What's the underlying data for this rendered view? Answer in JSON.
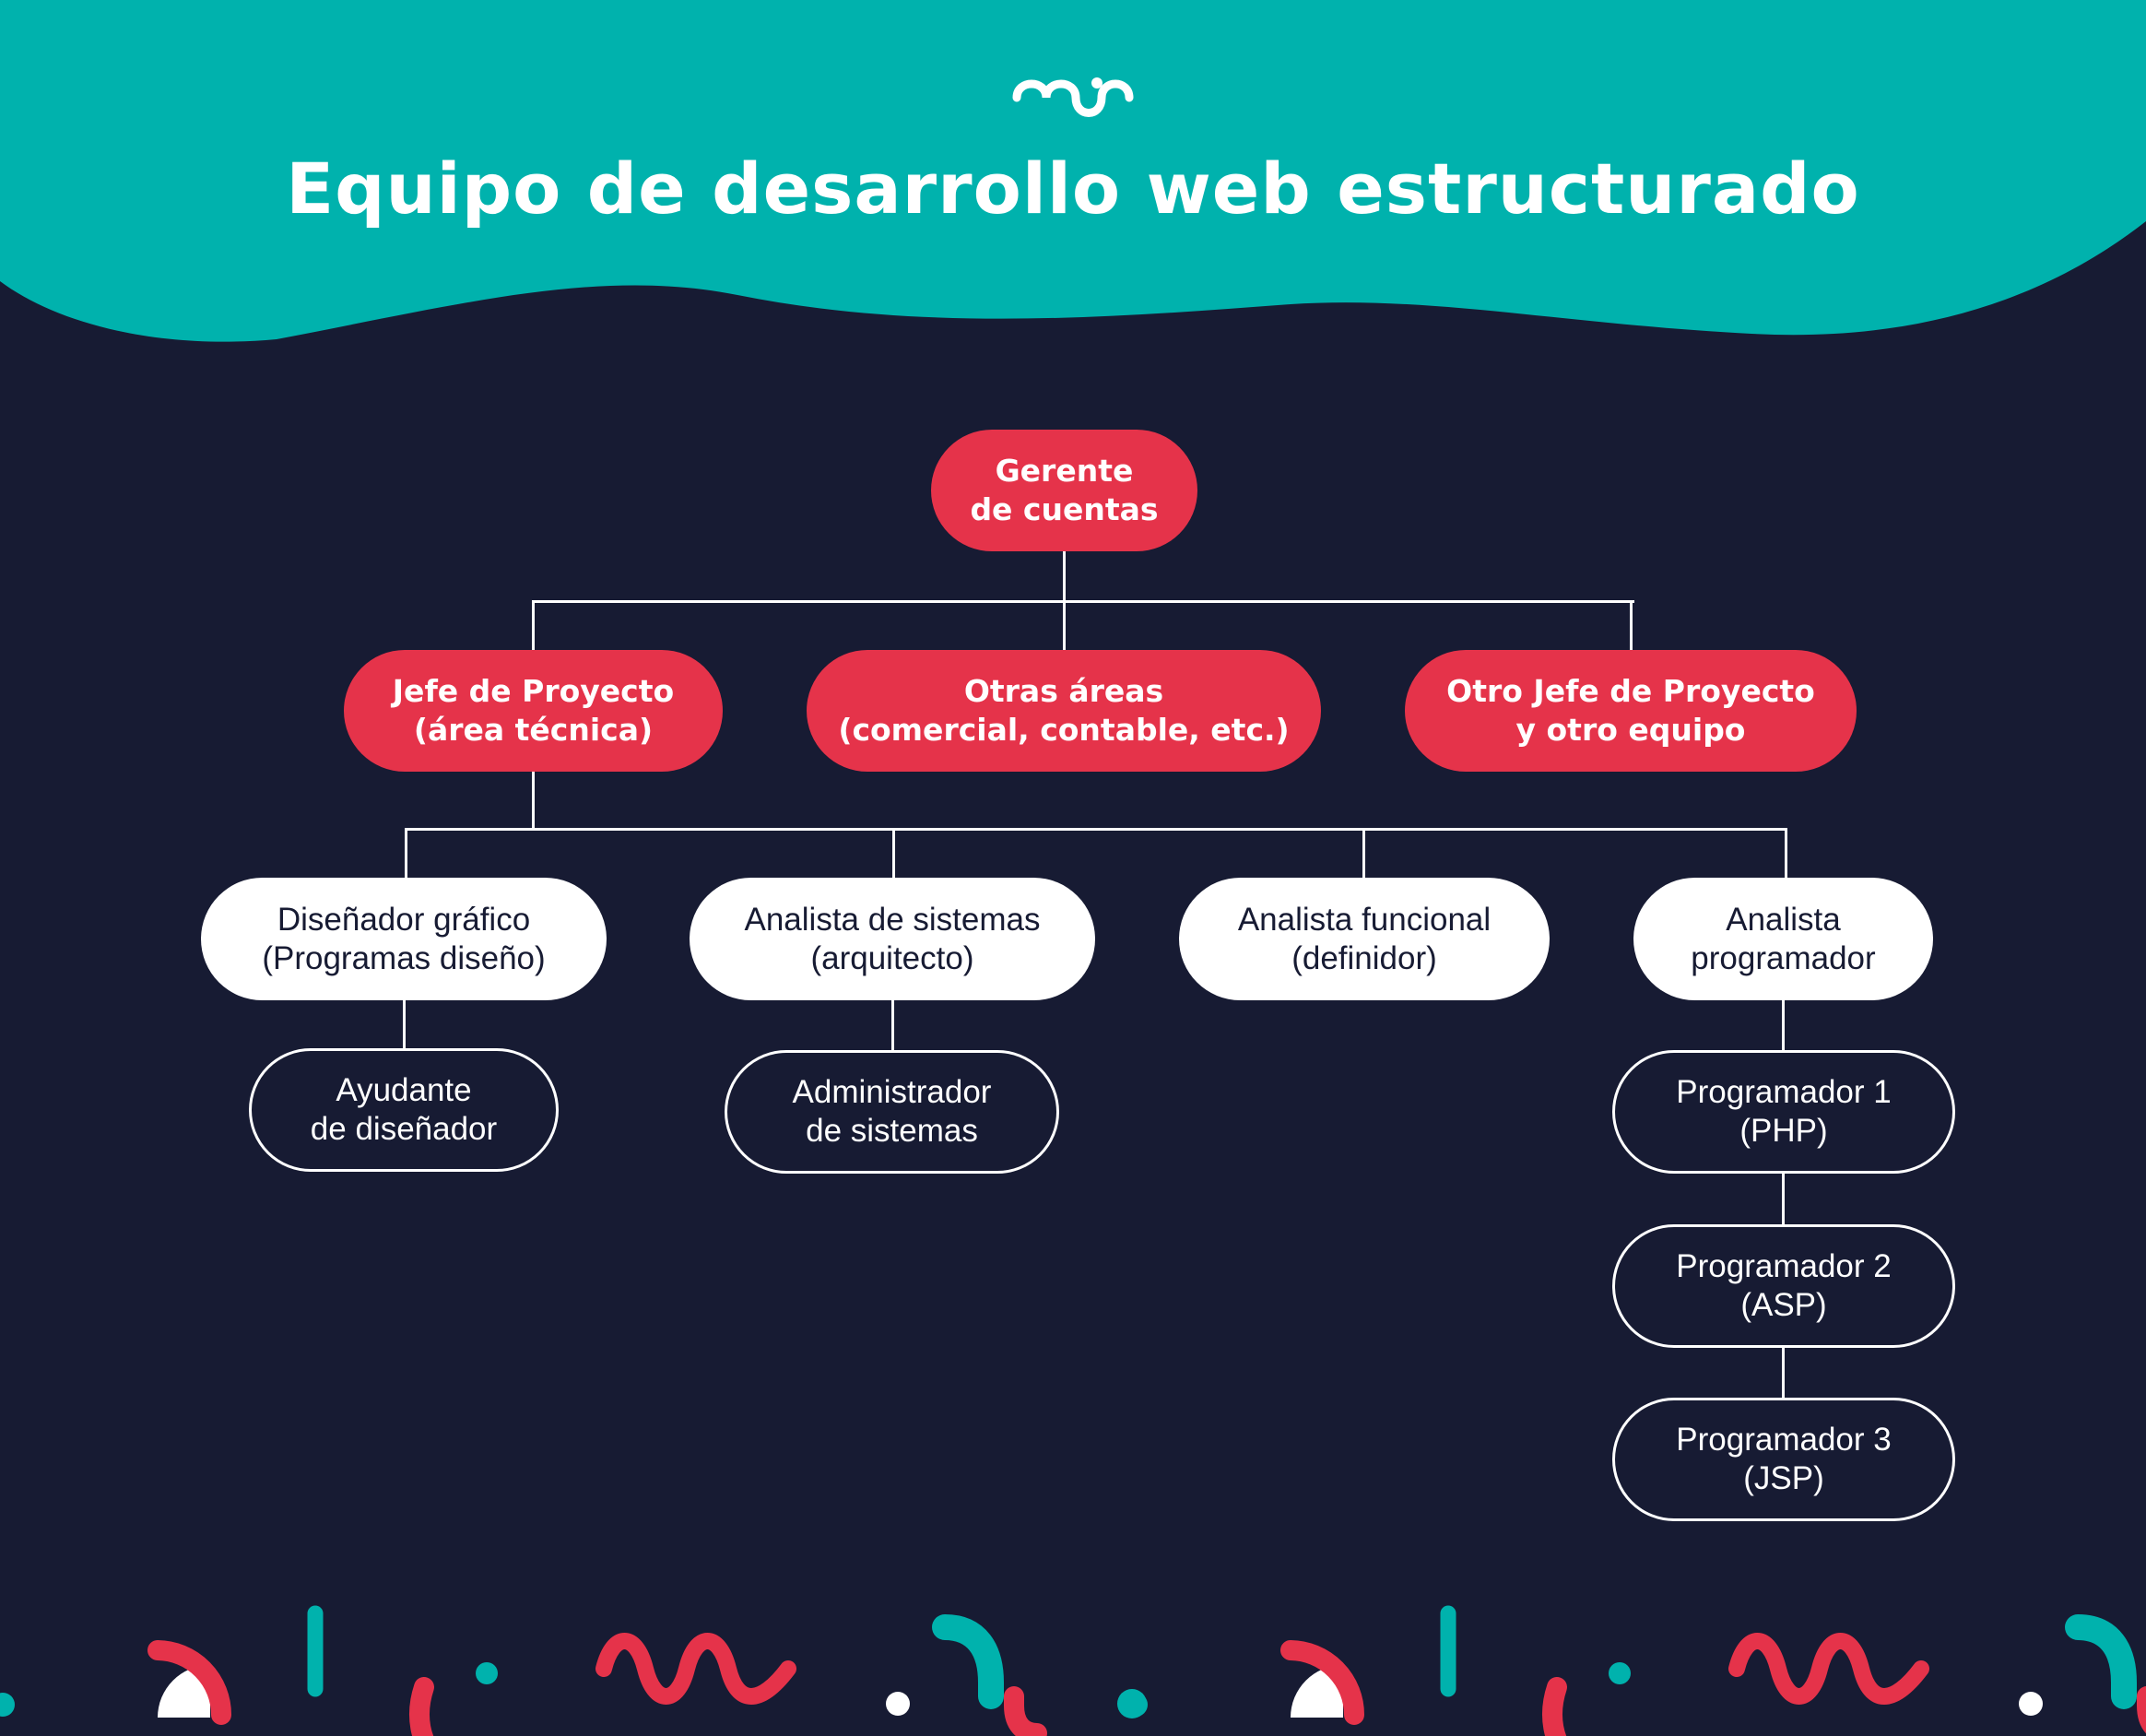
{
  "header": {
    "title": "Equipo de desarrollo web estructurado",
    "logo": "mui logo"
  },
  "colors": {
    "teal": "#00b2ad",
    "navy": "#171b33",
    "red": "#e5334a",
    "white": "#ffffff"
  },
  "org_chart": {
    "root": "Gerente\nde cuentas",
    "level2": [
      "Jefe de Proyecto\n(área técnica)",
      "Otras áreas\n(comercial, contable, etc.)",
      "Otro Jefe de Proyecto\ny otro equipo"
    ],
    "level3": [
      "Diseñador gráfico\n(Programas diseño)",
      "Analista de sistemas\n(arquitecto)",
      "Analista funcional\n(definidor)",
      "Analista\nprogramador"
    ],
    "level4": {
      "designer_assistant": "Ayudante\nde diseñador",
      "sys_admin": "Administrador\nde sistemas",
      "programmers": [
        "Programador 1\n(PHP)",
        "Programador 2\n(ASP)",
        "Programador 3\n(JSP)"
      ]
    }
  }
}
